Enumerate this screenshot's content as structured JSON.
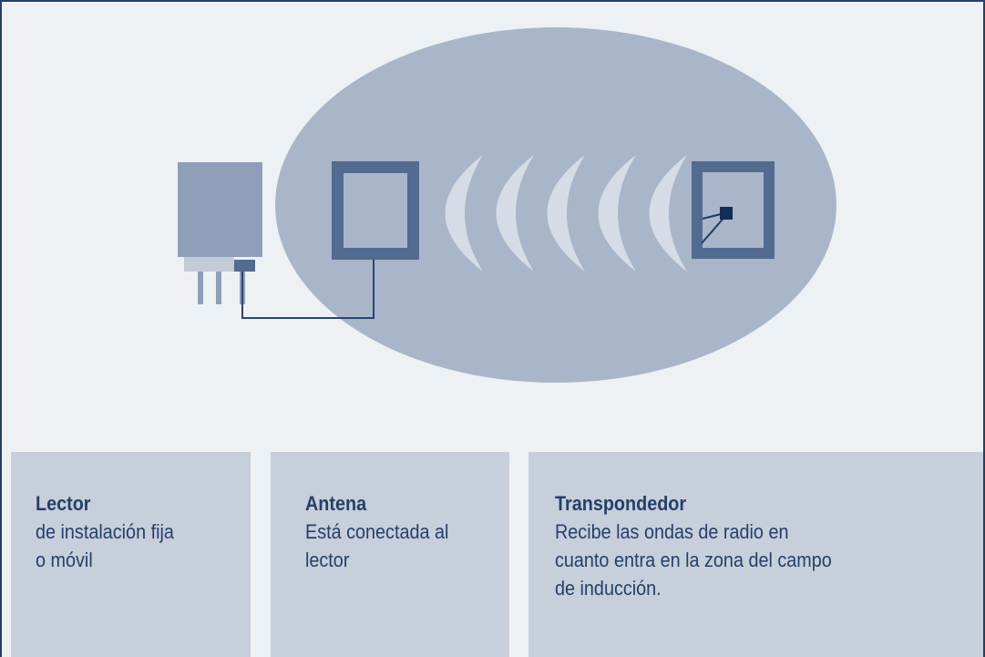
{
  "colors": {
    "frame_border": "#243f6b",
    "background": "#eef1f4",
    "field": "#a9b5c9",
    "device": "#8f9fba",
    "antenna": "#526b90",
    "wave": "#d6dce6",
    "panel": "#c7cfdb",
    "text": "#24406b"
  },
  "panels": {
    "lector": {
      "title": "Lector",
      "line1": "de instalación fija",
      "line2": "o móvil"
    },
    "antena": {
      "title": "Antena",
      "line1": "Está conectada al",
      "line2": "lector"
    },
    "transpondedor": {
      "title": "Transpondedor",
      "line1": "Recibe las ondas de radio en",
      "line2": "cuanto entra en la zona del campo",
      "line3": "de inducción."
    }
  }
}
